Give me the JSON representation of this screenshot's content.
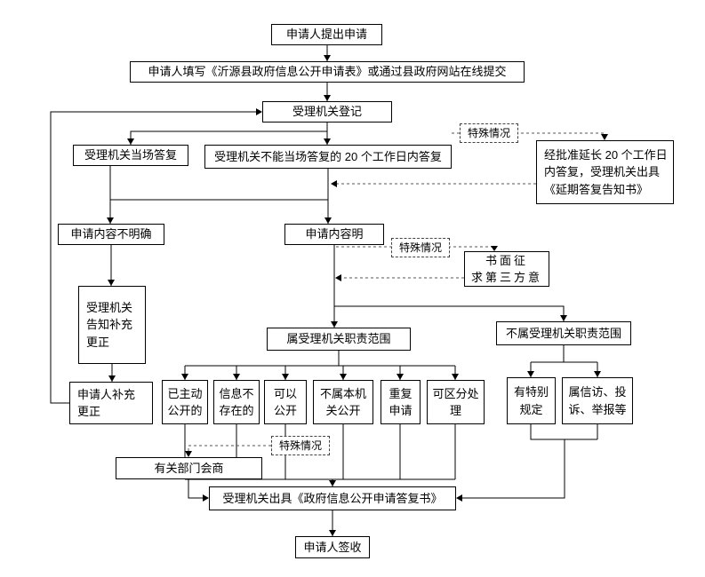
{
  "colors": {
    "line": "#000000",
    "dashed_line": "#555555",
    "box_border": "#000000",
    "background": "#ffffff",
    "text": "#000000"
  },
  "nodes": {
    "apply": "申请人提出申请",
    "fill_form": "申请人填写《沂源县政府信息公开申请表》或通过县政府网站在线提交",
    "register": "受理机关登记",
    "onspot_reply": "受理机关当场答复",
    "not_onspot_reply": "受理机关不能当场答复的 20 个工作日内答复",
    "special_case_1": "特殊情况",
    "extension": "经批准延长 20 个工作日\n内答复，受理机关出具\n《延期答复告知书》",
    "unclear": "申请内容不明确",
    "clear": "申请内容明",
    "special_case_2": "特殊情况",
    "third_party": "书面征\n求第三方意",
    "notify_supplement": "受理机关\n告知补充\n更正",
    "supplement": "申请人补充\n更正",
    "in_scope": "属受理机关职责范围",
    "out_scope": "不属受理机关职责范围",
    "published": "已主动\n公开的",
    "not_exist": "信息不\n存在的",
    "can_publish": "可以\n公开",
    "other_org": "不属本机\n关公开",
    "repeat": "重复\n申请",
    "partial": "可区分处\n理",
    "special_rule": "有特别\n规定",
    "petition": "属信访、投\n诉、举报等",
    "special_case_3": "特殊情况",
    "consult": "有关部门会商",
    "reply_doc": "受理机关出具《政府信息公开申请答复书》",
    "sign": "申请人签收"
  }
}
